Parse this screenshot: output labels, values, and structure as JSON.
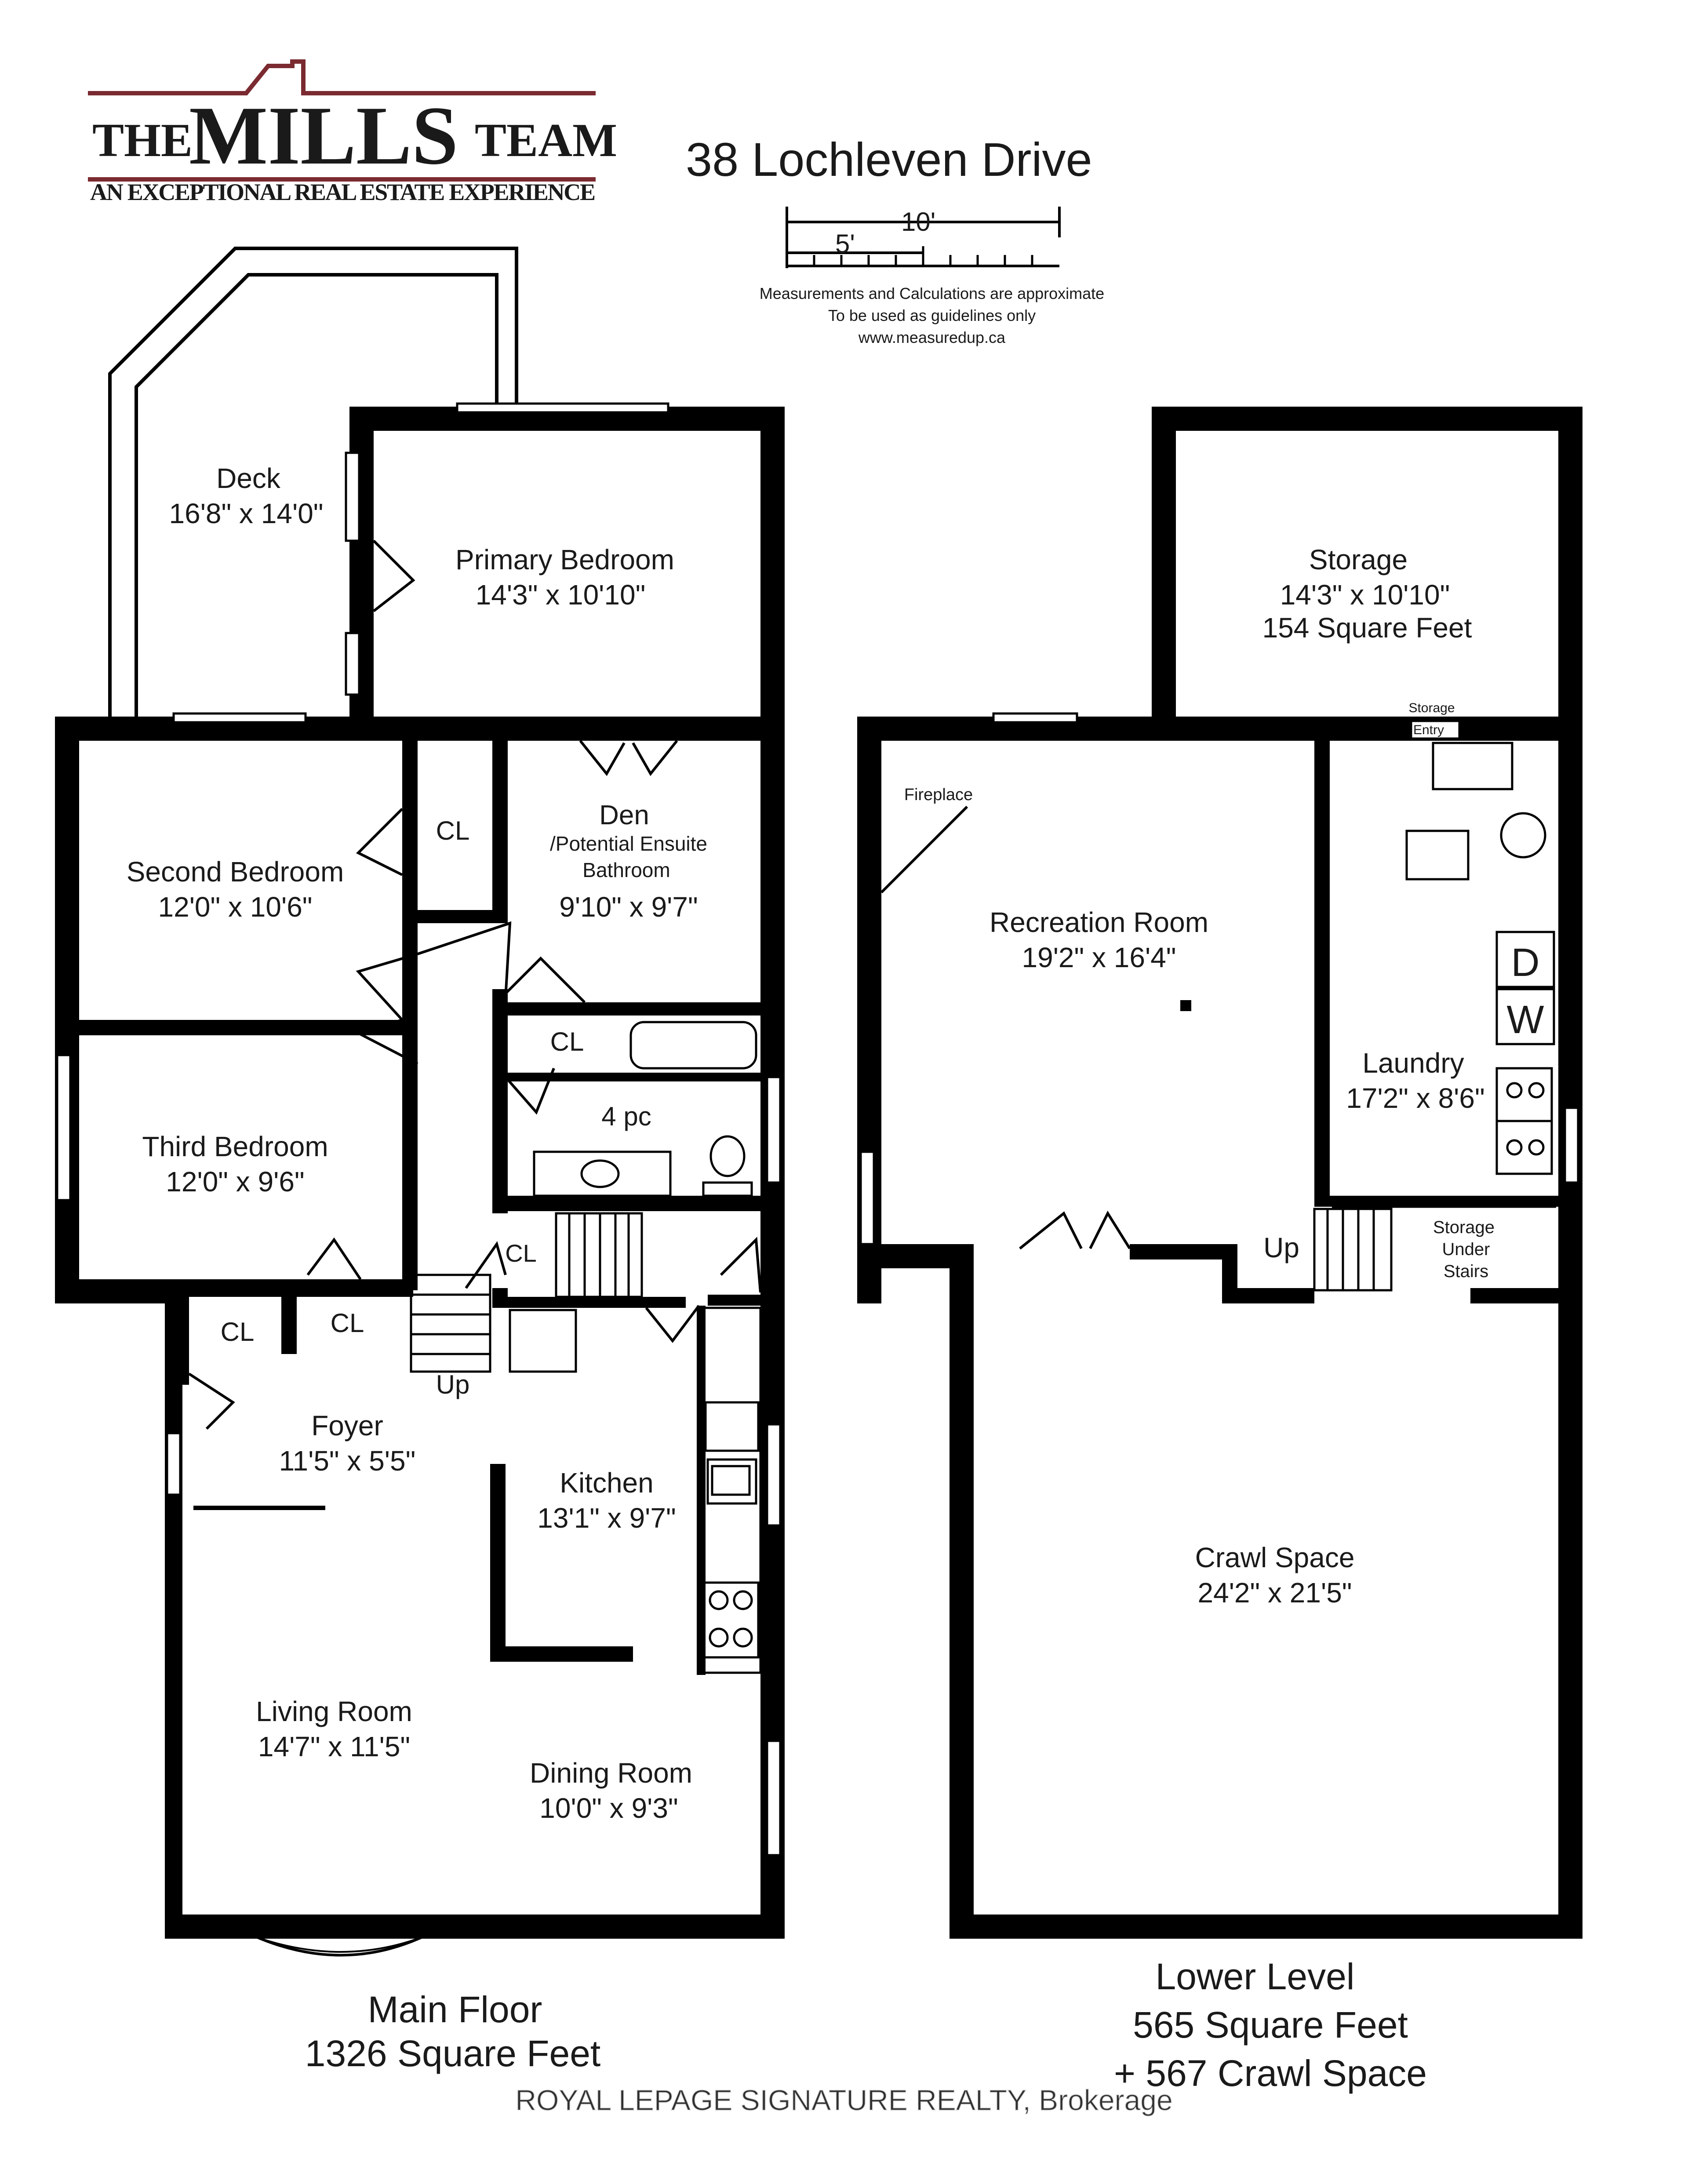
{
  "logo": {
    "line1_the": "THE",
    "line1_mills": "MILLS",
    "line1_team": "TEAM",
    "tagline": "AN EXCEPTIONAL REAL ESTATE EXPERIENCE",
    "color": "#7a2a30"
  },
  "header": {
    "address": "38 Lochleven Drive",
    "scale_10": "10'",
    "scale_5": "5'",
    "note_line1": "Measurements and Calculations are approximate",
    "note_line2": "To be used as guidelines only",
    "note_line3": "www.measuredup.ca"
  },
  "main_floor": {
    "deck": {
      "name": "Deck",
      "dims": "16'8\" x 14'0\""
    },
    "primary_bedroom": {
      "name": "Primary Bedroom",
      "dims": "14'3\" x 10'10\""
    },
    "second_bedroom": {
      "name": "Second Bedroom",
      "dims": "12'0\" x 10'6\""
    },
    "den": {
      "name": "Den",
      "note1": "/Potential Ensuite",
      "note2": "Bathroom",
      "dims": "9'10\" x 9'7\""
    },
    "third_bedroom": {
      "name": "Third Bedroom",
      "dims": "12'0\" x 9'6\""
    },
    "bath": {
      "name": "4 pc"
    },
    "foyer": {
      "name": "Foyer",
      "dims": "11'5\" x 5'5\""
    },
    "kitchen": {
      "name": "Kitchen",
      "dims": "13'1\" x 9'7\""
    },
    "living_room": {
      "name": "Living Room",
      "dims": "14'7\" x 11'5\""
    },
    "dining_room": {
      "name": "Dining Room",
      "dims": "10'0\" x 9'3\""
    },
    "closet": "CL",
    "up": "Up",
    "caption_title": "Main Floor",
    "caption_area": "1326 Square Feet"
  },
  "lower_level": {
    "storage": {
      "name": "Storage",
      "dims": "14'3\" x 10'10\"",
      "area": "154 Square Feet"
    },
    "storage_entry_1": "Storage",
    "storage_entry_2": "Entry",
    "fireplace": "Fireplace",
    "recreation_room": {
      "name": "Recreation Room",
      "dims": "19'2\" x 16'4\""
    },
    "laundry": {
      "name": "Laundry",
      "dims": "17'2\" x 8'6\""
    },
    "dryer": "D",
    "washer": "W",
    "storage_under_stairs": [
      "Storage",
      "Under",
      "Stairs"
    ],
    "up": "Up",
    "crawl_space": {
      "name": "Crawl Space",
      "dims": "24'2\" x 21'5\""
    },
    "caption_title": "Lower Level",
    "caption_area": "565 Square Feet",
    "caption_crawl": "+ 567 Crawl Space"
  },
  "watermark": "ROYAL LEPAGE SIGNATURE REALTY, Brokerage"
}
